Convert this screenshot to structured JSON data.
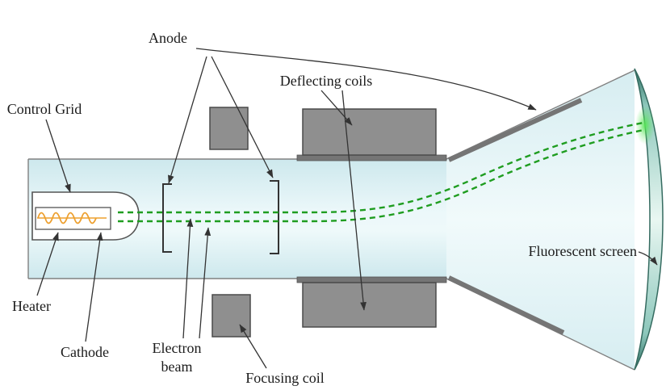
{
  "diagram": {
    "labels": {
      "anode": "Anode",
      "deflecting_coils": "Deflecting coils",
      "control_grid": "Control Grid",
      "heater": "Heater",
      "cathode": "Cathode",
      "electron_beam": [
        "Electron",
        "beam"
      ],
      "focusing_coil": "Focusing coil",
      "fluorescent_screen": "Fluorescent screen"
    },
    "colors": {
      "coil_gray": "#8f8f8f",
      "coil_outline": "#4a4a4a",
      "beam_green": "#1f9d20",
      "heater_orange": "#eda02f",
      "tube_cyan": "#d9eef2",
      "screen_teal": "#2f6e62",
      "glow_green": "#57e657",
      "label_ink": "#1b1b1b"
    }
  }
}
